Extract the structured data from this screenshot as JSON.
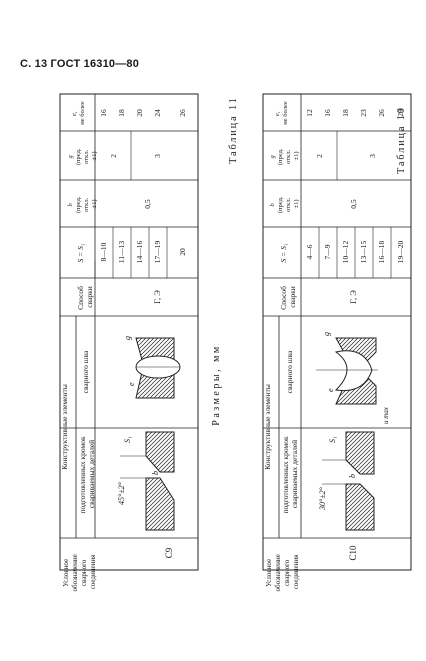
{
  "page": {
    "header": "С. 13 ГОСТ 16310—80"
  },
  "section_title": "Размеры, мм",
  "col_headers": {
    "designation": [
      "Условное",
      "обозначение",
      "сварного",
      "соединения"
    ],
    "structural_elements": "Конструктивные элементы",
    "prepared_edges": [
      "подготовленных кромок",
      "свариваемых деталей"
    ],
    "weld": "сварного шва",
    "method": [
      "Способ",
      "сварки"
    ],
    "thickness": "S = S₁",
    "b": [
      "b",
      "(пред.",
      "откл.",
      "±1)"
    ],
    "g": [
      "g",
      "(пред.",
      "откл.",
      "±1)"
    ],
    "e": [
      "e,",
      "не более"
    ]
  },
  "tables": [
    {
      "title": "Таблица 10",
      "designation": "С9",
      "method": "Г, Э",
      "angle": "45°±2°",
      "thickness": [
        "8—10",
        "11—13",
        "14—16",
        "17—19",
        "20"
      ],
      "b": "0,5",
      "g": [
        "2",
        "3"
      ],
      "e": [
        "16",
        "18",
        "20",
        "24",
        "26"
      ]
    },
    {
      "title": "Таблица 11",
      "designation": "С10",
      "method": "Г, Э",
      "angle": "30°±2°",
      "thickness": [
        "4—6",
        "7—9",
        "10—12",
        "13—15",
        "16—18",
        "19—20"
      ],
      "b": "0,5",
      "g": [
        "2",
        "3"
      ],
      "e": [
        "12",
        "16",
        "18",
        "23",
        "26",
        "29"
      ]
    }
  ],
  "drawing_labels": {
    "b": "b",
    "s1": "S₁",
    "e": "e",
    "g": "g",
    "u_max": "u max"
  }
}
